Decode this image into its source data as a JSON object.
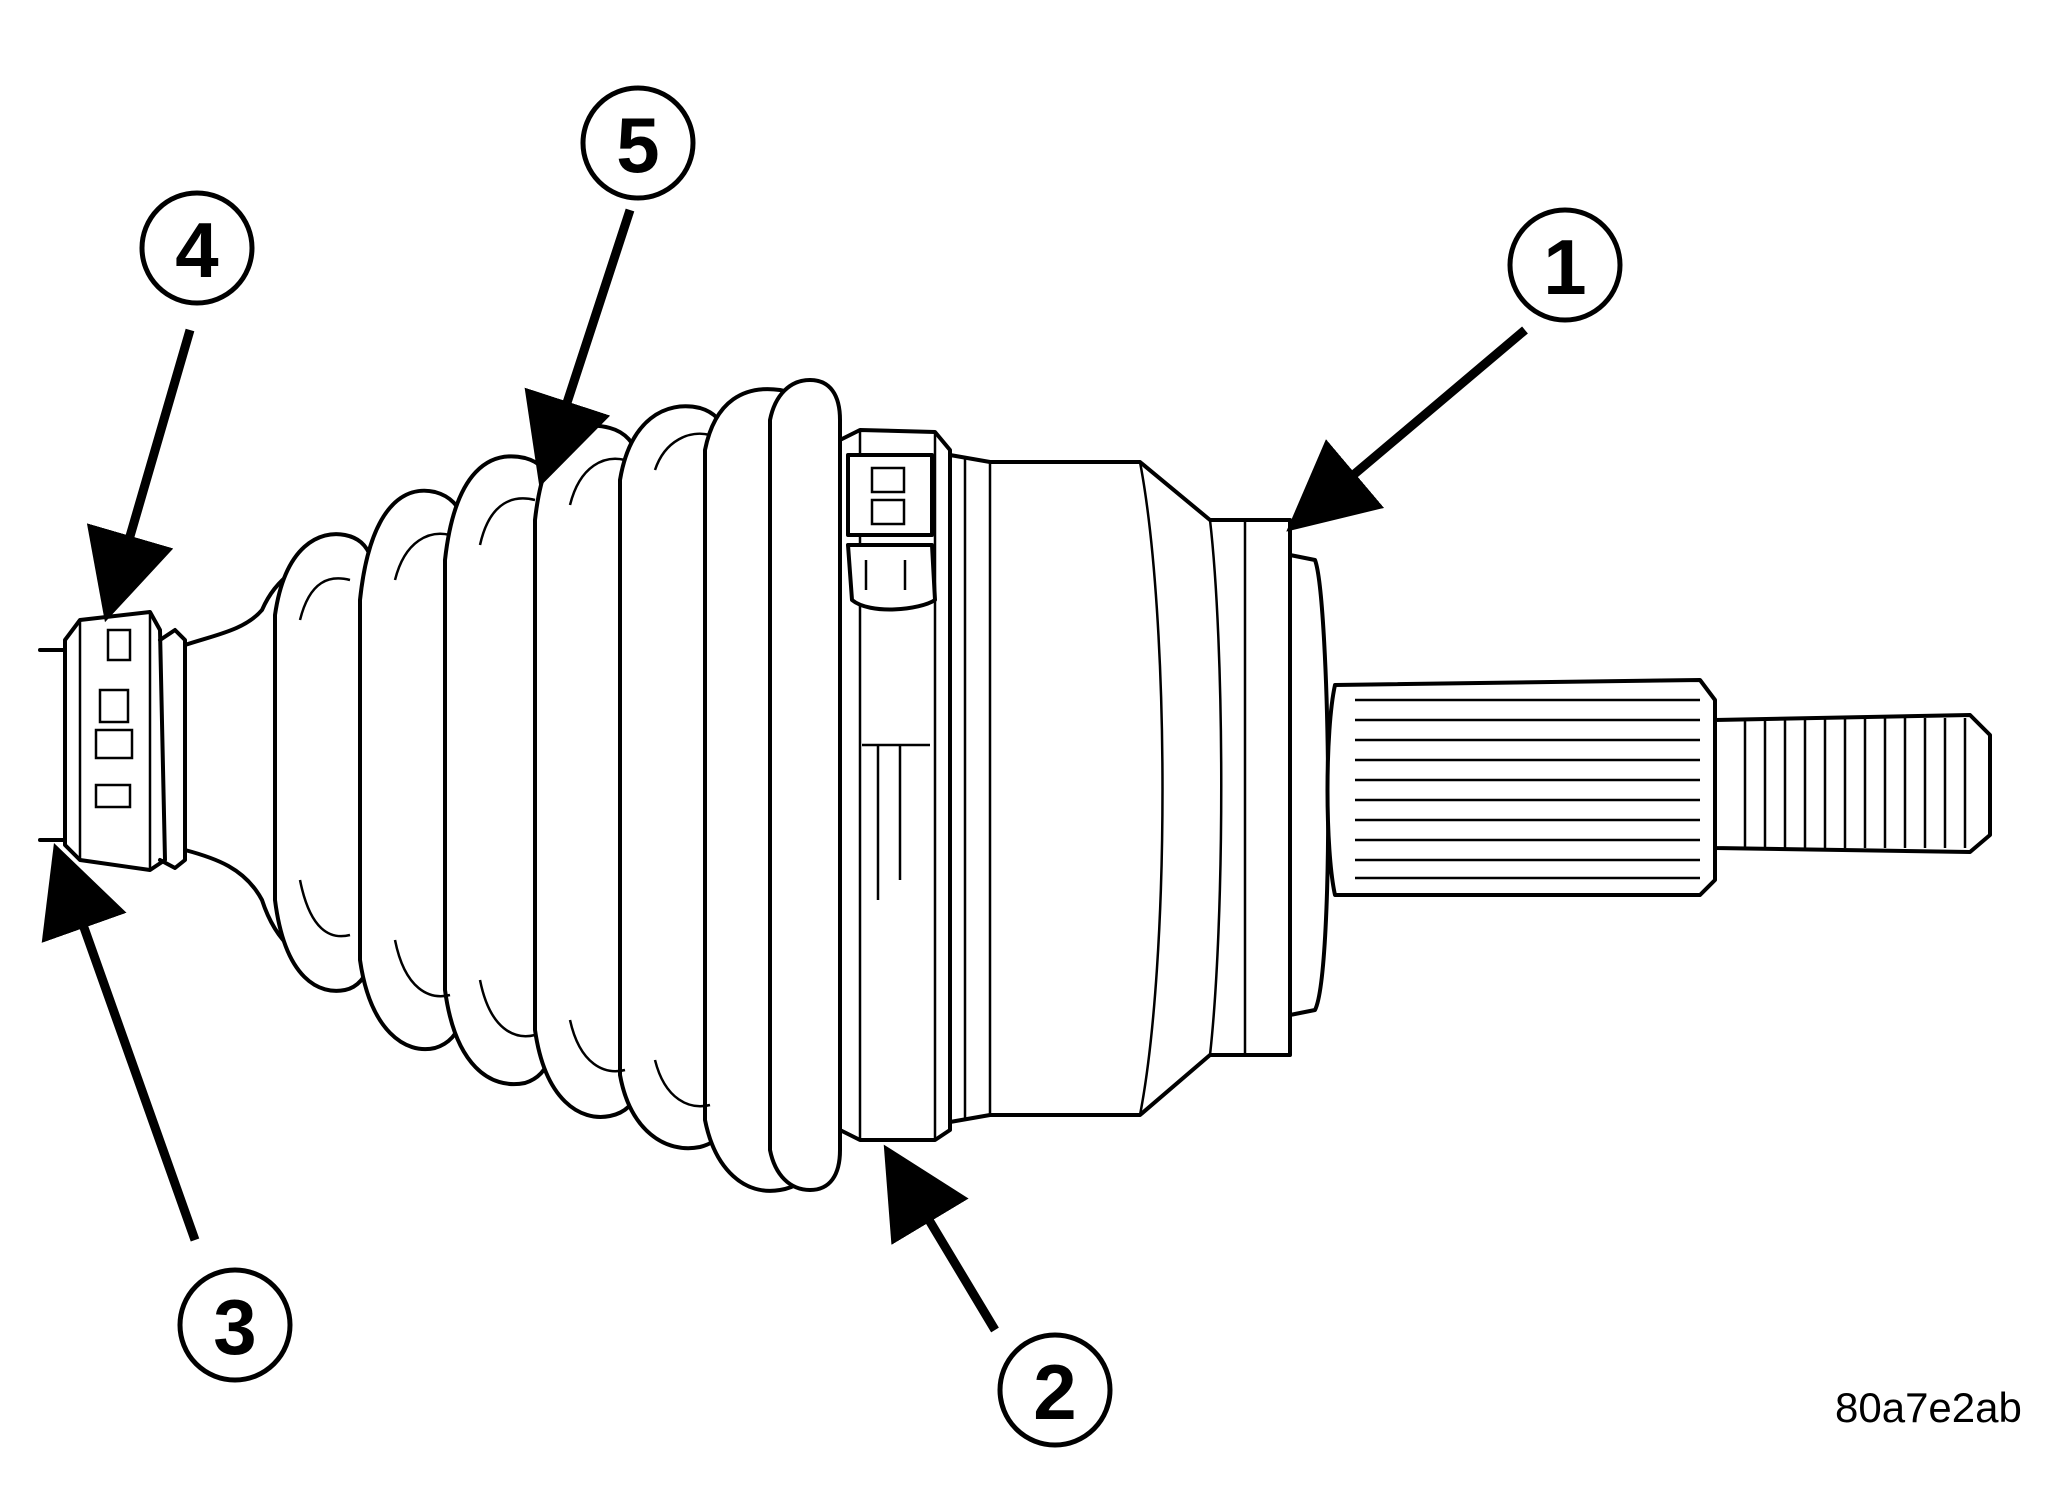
{
  "figure_id": "80a7e2ab",
  "callouts": [
    {
      "number": "1"
    },
    {
      "number": "2"
    },
    {
      "number": "3"
    },
    {
      "number": "4"
    },
    {
      "number": "5"
    }
  ],
  "colors": {
    "ink": "#000000",
    "paper": "#ffffff"
  }
}
